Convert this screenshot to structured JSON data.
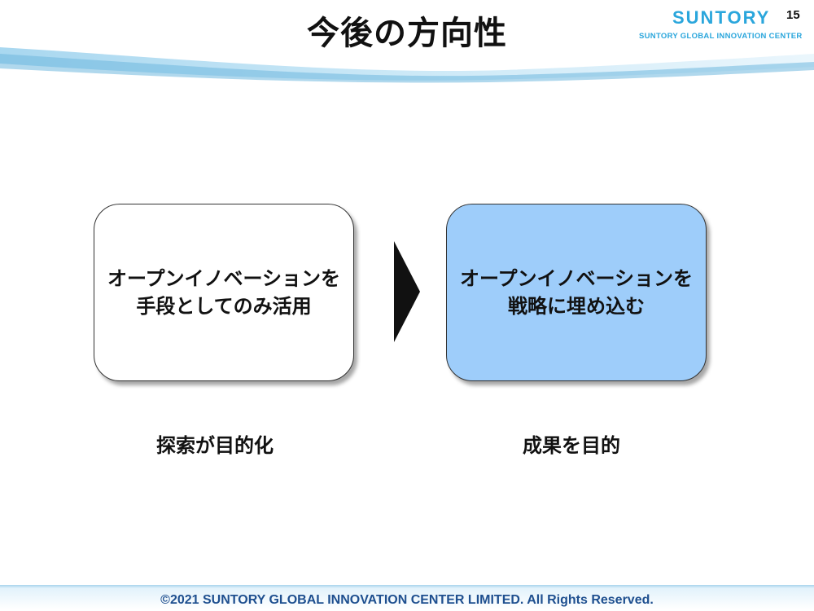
{
  "slide": {
    "title": "今後の方向性",
    "page_number": "15"
  },
  "logo": {
    "wordmark": "SUNTORY",
    "subtitle": "SUNTORY GLOBAL INNOVATION CENTER"
  },
  "boxes": [
    {
      "lines": [
        "オープンイノベーションを",
        "手段としてのみ活用"
      ],
      "caption": "探索が目的化"
    },
    {
      "lines": [
        "オープンイノベーションを",
        "戦略に埋め込む"
      ],
      "caption": "成果を目的"
    }
  ],
  "footer": {
    "copyright": "©2021 SUNTORY GLOBAL INNOVATION CENTER LIMITED. All Rights Reserved."
  },
  "colors": {
    "accent": "#2aa6dc",
    "box_right_fill": "#9ecdfa",
    "footer_text": "#1e4f8f"
  }
}
